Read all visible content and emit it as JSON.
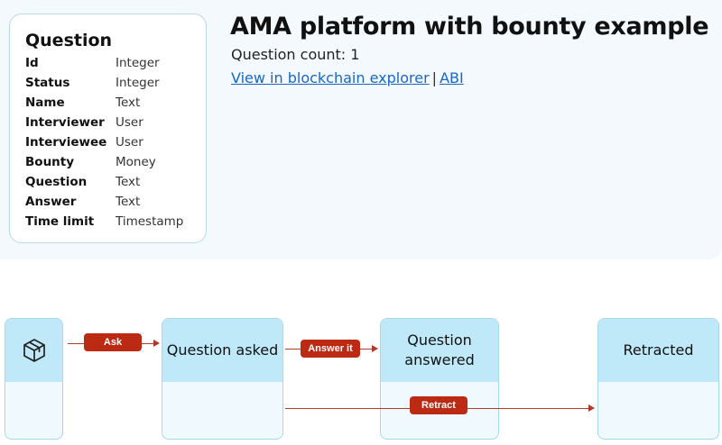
{
  "header": {
    "title": "AMA platform with bounty example",
    "question_count": "Question count: 1",
    "explorer_link": "View in blockchain explorer",
    "separator": "|",
    "abi_link": "ABI"
  },
  "schema": {
    "title": "Question",
    "fields": [
      {
        "name": "Id",
        "type": "Integer"
      },
      {
        "name": "Status",
        "type": "Integer"
      },
      {
        "name": "Name",
        "type": "Text"
      },
      {
        "name": "Interviewer",
        "type": "User"
      },
      {
        "name": "Interviewee",
        "type": "User"
      },
      {
        "name": "Bounty",
        "type": "Money"
      },
      {
        "name": "Question",
        "type": "Text"
      },
      {
        "name": "Answer",
        "type": "Text"
      },
      {
        "name": "Time limit",
        "type": "Timestamp"
      }
    ]
  },
  "diagram": {
    "start_icon": "package-box-icon",
    "states": {
      "asked": "Question asked",
      "answered": "Question answered",
      "retracted": "Retracted"
    },
    "transitions": {
      "ask": "Ask",
      "answer": "Answer it",
      "retract": "Retract"
    },
    "colors": {
      "state_header": "#bfe9f9",
      "state_border": "#a9d7ea",
      "transition_badge": "#bd2a14"
    }
  }
}
